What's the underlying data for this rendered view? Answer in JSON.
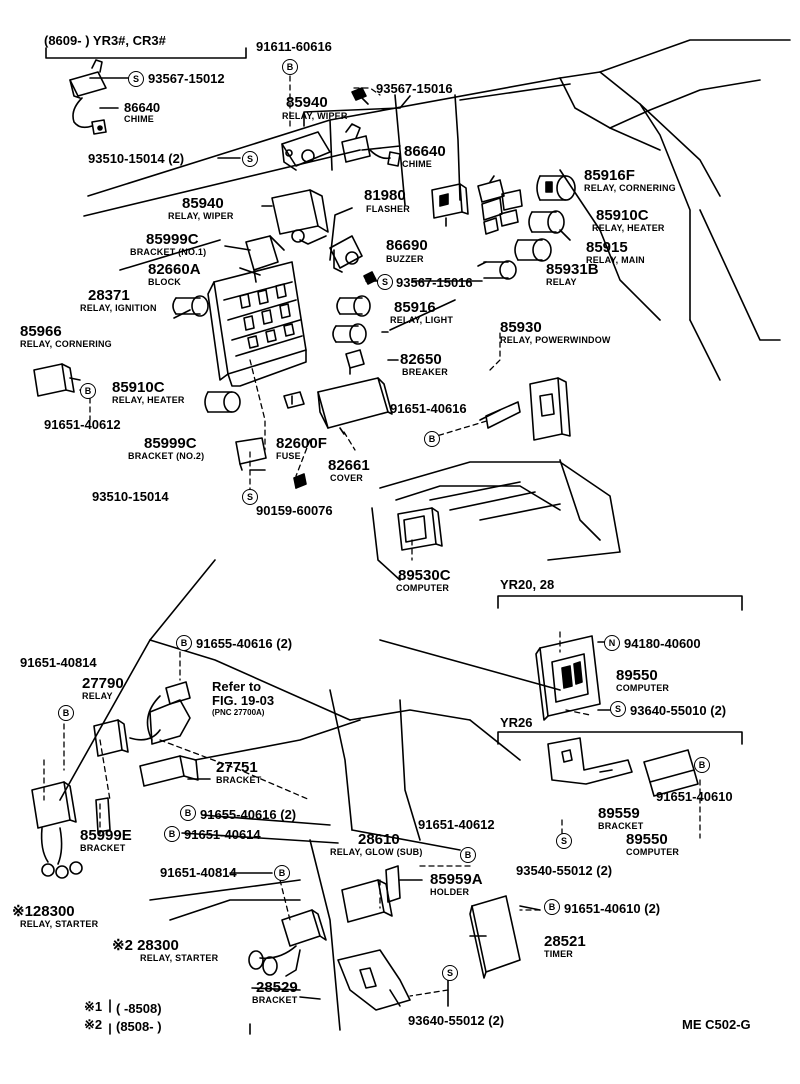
{
  "header": {
    "variant_note": "(8609-        ) YR3#, CR3#"
  },
  "diagram_code": "ME C502-G",
  "symbols": {
    "s": "S",
    "b": "B",
    "n": "N"
  },
  "parts": {
    "p86640a": "86640",
    "p86640a_d": "CHIME",
    "p93567_15012": "93567-15012",
    "p91611_60616": "91611-60616",
    "p93567_15016a": "93567-15016",
    "p85940a": "85940",
    "p85940a_d": "RELAY, WIPER",
    "p86640b": "86640",
    "p86640b_d": "CHIME",
    "p93510_15014a": "93510-15014 (2)",
    "p85916f": "85916F",
    "p85916f_d": "RELAY, CORNERING",
    "p81980": "81980",
    "p81980_d": "FLASHER",
    "p85910c_a": "85910C",
    "p85910c_a_d": "RELAY, HEATER",
    "p85940b": "85940",
    "p85940b_d": "RELAY, WIPER",
    "p85999c_a": "85999C",
    "p85999c_a_d": "BRACKET (NO.1)",
    "p86690": "86690",
    "p86690_d": "BUZZER",
    "p85915": "85915",
    "p85915_d": "RELAY, MAIN",
    "p82660a": "82660A",
    "p82660a_d": "BLOCK",
    "p85931b": "85931B",
    "p85931b_d": "RELAY",
    "p93567_15016b": "93567-15016",
    "p28371": "28371",
    "p28371_d": "RELAY, IGNITION",
    "p85916": "85916",
    "p85916_d": "RELAY, LIGHT",
    "p85966": "85966",
    "p85966_d": "RELAY, CORNERING",
    "p85930": "85930",
    "p85930_d": "RELAY, POWERWINDOW",
    "p82650": "82650",
    "p82650_d": "BREAKER",
    "p85910c_b": "85910C",
    "p85910c_b_d": "RELAY, HEATER",
    "p91651_40616": "91651-40616",
    "p91651_40612a": "91651-40612",
    "p85999c_b": "85999C",
    "p85999c_b_d": "BRACKET (NO.2)",
    "p82600f": "82600F",
    "p82600f_d": "FUSE",
    "p82661": "82661",
    "p82661_d": "COVER",
    "p93510_15014b": "93510-15014",
    "p90159_60076": "90159-60076",
    "p89530c": "89530C",
    "p89530c_d": "COMPUTER",
    "yr20_title": "YR20, 28",
    "p91655_40616a": "91655-40616 (2)",
    "p94180_40600": "94180-40600",
    "p91651_40814a": "91651-40814",
    "p27790": "27790",
    "p27790_d": "RELAY",
    "refer1": "Refer to",
    "refer2": "FIG. 19-03",
    "refer3": "(PNC 27700A)",
    "p89550a": "89550",
    "p89550a_d": "COMPUTER",
    "p93640_55010": "93640-55010 (2)",
    "yr26_title": "YR26",
    "p27751": "27751",
    "p27751_d": "BRACKET",
    "p91651_40610a": "91651-40610",
    "p89559": "89559",
    "p89559_d": "BRACKET",
    "p91655_40616b": "91655-40616 (2)",
    "p85999e": "85999E",
    "p85999e_d": "BRACKET",
    "p91651_40614": "91651-40614",
    "p28610": "28610",
    "p28610_d": "RELAY, GLOW (SUB)",
    "p91651_40612b": "91651-40612",
    "p89550b": "89550",
    "p89550b_d": "COMPUTER",
    "p93540_55012a": "93540-55012 (2)",
    "p91651_40814b": "91651-40814",
    "p85959a": "85959A",
    "p85959a_d": "HOLDER",
    "p128300": "※128300",
    "p128300_d": "RELAY, STARTER",
    "p91651_40610b": "91651-40610 (2)",
    "p28300": "※2 28300",
    "p28300_d": "RELAY, STARTER",
    "p28521": "28521",
    "p28521_d": "TIMER",
    "p28529": "28529",
    "p28529_d": "BRACKET",
    "p93640_55012b": "93640-55012 (2)"
  },
  "footnotes": {
    "n1_mark": "※1",
    "n1_text": "(        -8508)",
    "n2_mark": "※2",
    "n2_text": "(8508-        )"
  }
}
